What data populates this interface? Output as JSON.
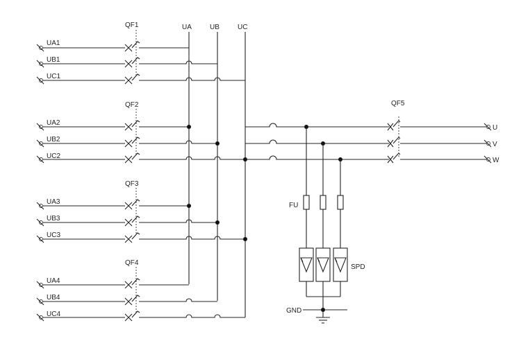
{
  "breakers": {
    "qf1": "QF1",
    "qf2": "QF2",
    "qf3": "QF3",
    "qf4": "QF4",
    "qf5": "QF5"
  },
  "buses": {
    "ua": "UA",
    "ub": "UB",
    "uc": "UC"
  },
  "inputs": {
    "ua1": "UA1",
    "ub1": "UB1",
    "uc1": "UC1",
    "ua2": "UA2",
    "ub2": "UB2",
    "uc2": "UC2",
    "ua3": "UA3",
    "ub3": "UB3",
    "uc3": "UC3",
    "ua4": "UA4",
    "ub4": "UB4",
    "uc4": "UC4"
  },
  "outputs": {
    "u": "U",
    "v": "V",
    "w": "W"
  },
  "protection": {
    "fuse_label": "FU",
    "spd_label": "SPD",
    "ground_label": "GND"
  }
}
